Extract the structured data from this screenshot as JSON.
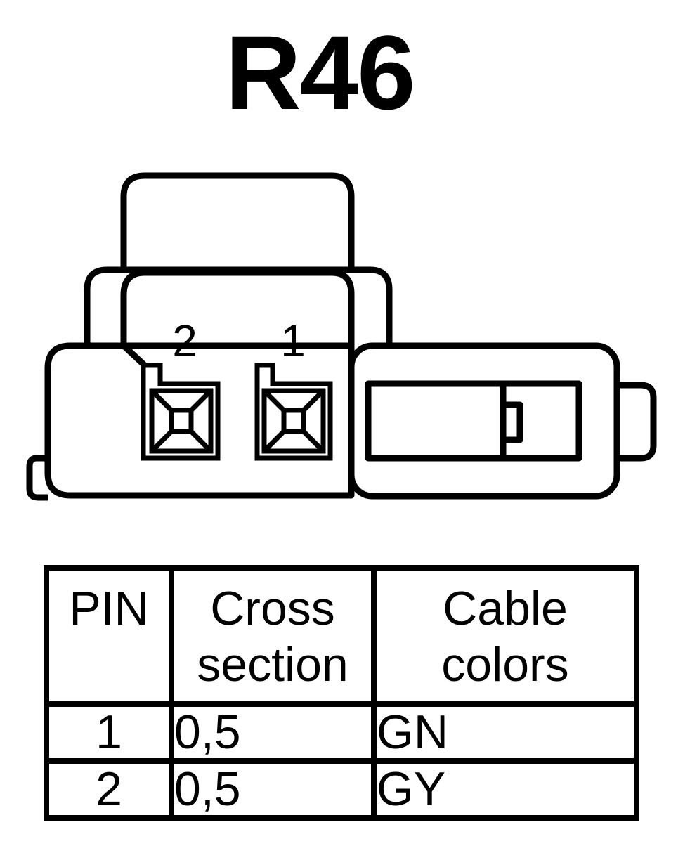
{
  "title": "R46",
  "connector": {
    "pin_labels": [
      "2",
      "1"
    ]
  },
  "table": {
    "headers": {
      "pin": "PIN",
      "cross_section": [
        "Cross",
        "section"
      ],
      "cable_colors": [
        "Cable",
        "colors"
      ]
    },
    "rows": [
      {
        "pin": "1",
        "cross_section": "0,5",
        "color": "GN"
      },
      {
        "pin": "2",
        "cross_section": "0,5",
        "color": "GY"
      }
    ]
  },
  "colors": {
    "ink": "#000000",
    "background": "#ffffff"
  }
}
